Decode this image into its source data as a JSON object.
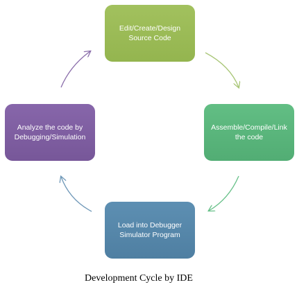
{
  "diagram": {
    "nodes": [
      {
        "id": "edit",
        "label_line1": "Edit/Create/Design",
        "label_line2": "Source Code",
        "color": "#9bbb59"
      },
      {
        "id": "assemble",
        "label_line1": "Assemble/Compile/Link",
        "label_line2": "the code",
        "color": "#5bb67c"
      },
      {
        "id": "load",
        "label_line1": "Load into Debugger",
        "label_line2": "Simulator Program",
        "color": "#5687aa"
      },
      {
        "id": "analyze",
        "label_line1": "Analyze the code by",
        "label_line2": "Debugging/Simulation",
        "color": "#7f5fa2"
      }
    ],
    "arrow_colors": {
      "edit_to_assemble": "#a9c677",
      "assemble_to_load": "#66c088",
      "load_to_analyze": "#6f98b8",
      "analyze_to_edit": "#8a6daa"
    }
  },
  "caption": "Development Cycle by IDE"
}
